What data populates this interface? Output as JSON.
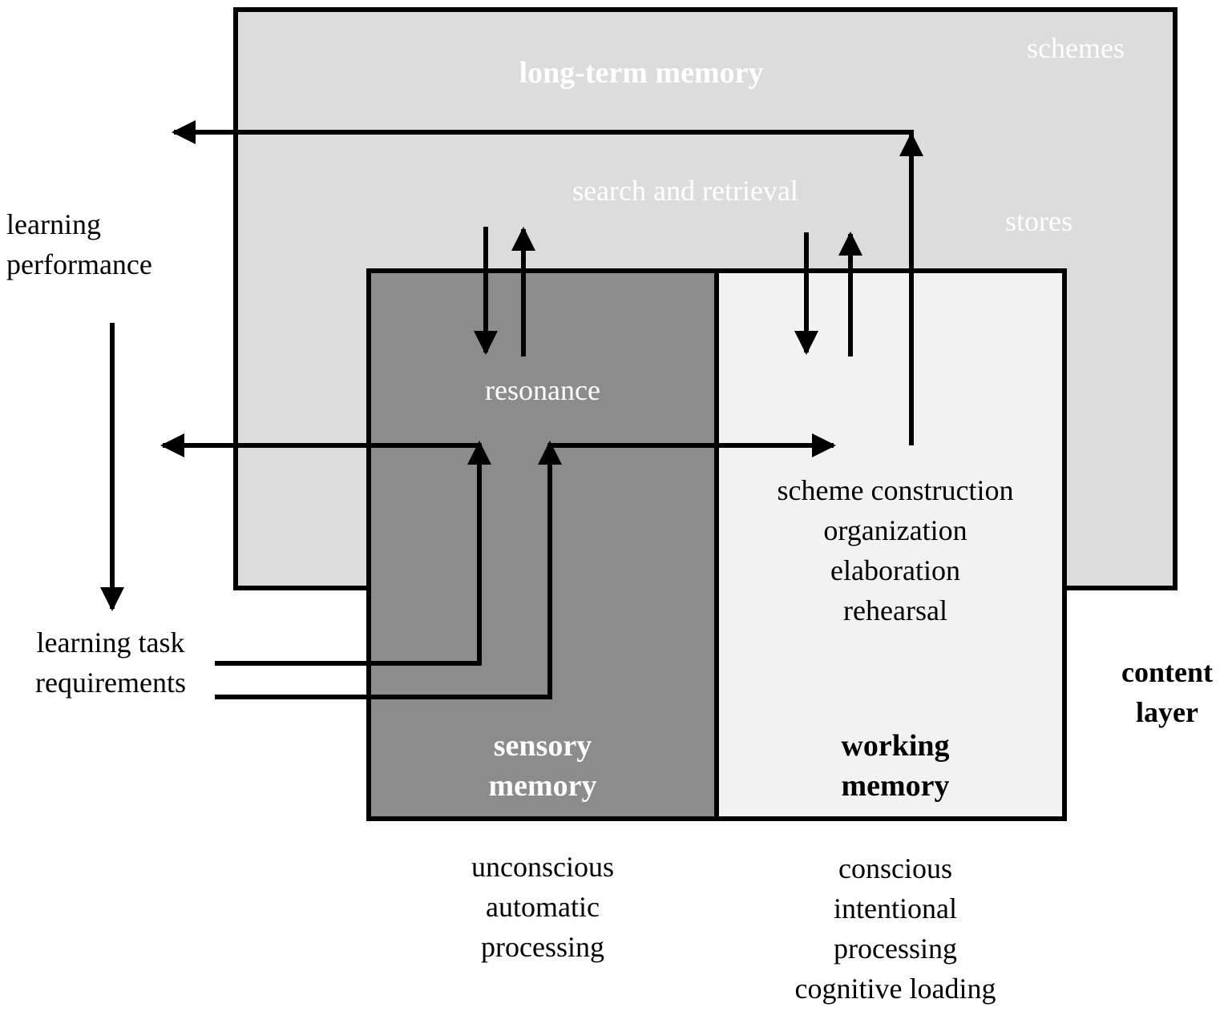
{
  "long_term_memory": {
    "title": "long-term memory",
    "schemes": "schemes",
    "stores": "stores",
    "search": "search and retrieval"
  },
  "sensory_memory": {
    "title_line1": "sensory",
    "title_line2": "memory",
    "resonance": "resonance",
    "below": [
      "unconscious",
      "automatic",
      "processing"
    ]
  },
  "working_memory": {
    "title_line1": "working",
    "title_line2": "memory",
    "processes": [
      "scheme construction",
      "organization",
      "elaboration",
      "rehearsal"
    ],
    "below": [
      "conscious",
      "intentional",
      "processing",
      "cognitive loading"
    ]
  },
  "left": {
    "performance_line1": "learning",
    "performance_line2": "performance",
    "task_line1": "learning task",
    "task_line2": "requirements"
  },
  "content_layer": {
    "line1": "content",
    "line2": "layer"
  },
  "colors": {
    "long_term_fill": "#dcdcdc",
    "sensory_fill": "#8c8c8c",
    "working_fill": "#f2f2f2",
    "stroke": "#000000"
  }
}
